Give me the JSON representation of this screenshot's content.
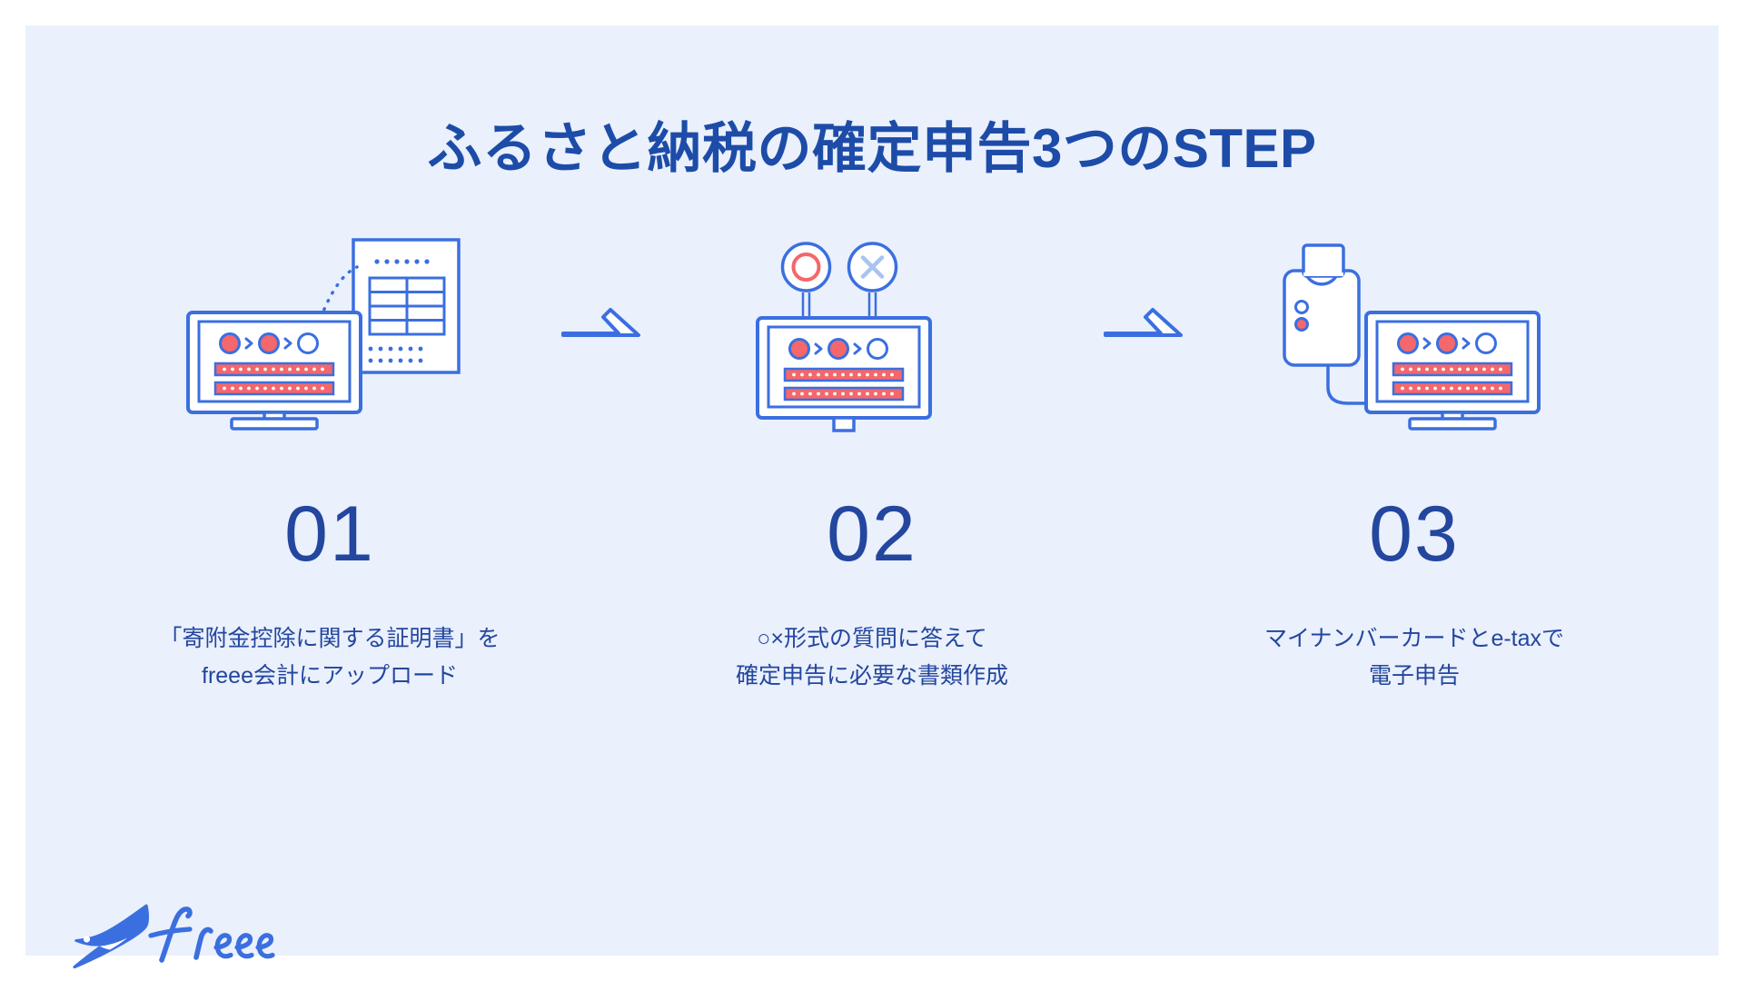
{
  "slide": {
    "title": "ふるさと納税の確定申告3つのSTEP",
    "background_color": "#eaf0fc",
    "page_background_color": "#ffffff",
    "accent_blue": "#3b6fe0",
    "deep_blue": "#23469e",
    "coral": "#f4676b",
    "light_blue": "#a9c3f2"
  },
  "steps": [
    {
      "number": "01",
      "caption": "「寄附金控除に関する証明書」を\nfreee会計にアップロード",
      "illustration": "monitor-with-document"
    },
    {
      "number": "02",
      "caption": "○×形式の質問に答えて\n確定申告に必要な書類作成",
      "illustration": "monitor-with-maru-batsu-paddles"
    },
    {
      "number": "03",
      "caption": "マイナンバーカードとe-taxで\n電子申告",
      "illustration": "monitor-with-card-reader"
    }
  ],
  "connectors": [
    {
      "symbol": "arrow-right"
    },
    {
      "symbol": "arrow-right"
    }
  ],
  "logo": {
    "wordmark": "freee",
    "icon": "swallow-bird-icon",
    "color": "#3b6fe0"
  }
}
